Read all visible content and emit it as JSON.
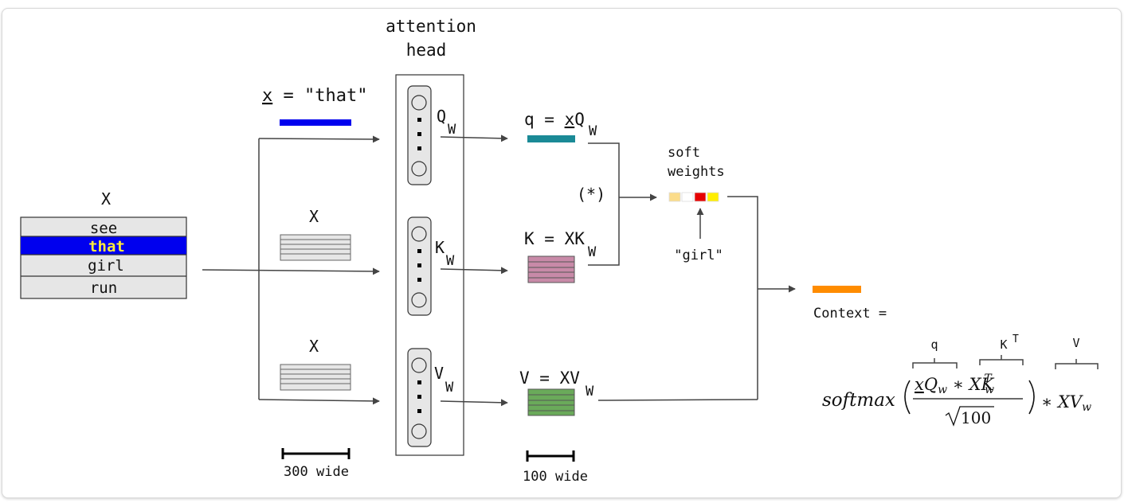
{
  "head_title_line1": "attention",
  "head_title_line2": "head",
  "input_label": "X",
  "words": [
    "see",
    "that",
    "girl",
    "run"
  ],
  "selected_word": "that",
  "x_label": {
    "var": "x",
    "rest": " = \"that\""
  },
  "x_matrix_label": "X",
  "proj": [
    {
      "letter": "Q",
      "sub": "W"
    },
    {
      "letter": "K",
      "sub": "W"
    },
    {
      "letter": "V",
      "sub": "W"
    }
  ],
  "outputs": {
    "q": {
      "left": "q = ",
      "var": "x",
      "mat": "Q",
      "sub": "W"
    },
    "k": {
      "main": "K = XK",
      "sub": "W"
    },
    "v": {
      "main": "V = XV",
      "sub": "W"
    }
  },
  "star_label": "(*)",
  "soft_line1": "soft",
  "soft_line2": "weights",
  "soft_weight_colors": [
    "#fbdc8a",
    "#ffffff",
    "#e60000",
    "#ffee00"
  ],
  "girl_label": "\"girl\"",
  "context_label": "Context =",
  "scale_300": "300 wide",
  "scale_100": "100 wide",
  "formula": {
    "brace_q": "q",
    "brace_k": "K",
    "brace_k_sup": "T",
    "brace_v": "V",
    "softmax": "softmax",
    "sqrt_value": "100"
  },
  "colors": {
    "x_vector": "#0000ee",
    "selected_row_bg": "#0000ee",
    "selected_row_text": "#ffeb3b",
    "q_vector": "#1a8a96",
    "k_matrix": "#c88aa8",
    "v_matrix": "#6aaa5a",
    "context_vector": "#ff8c00",
    "matrix_gray": "#e6e6e6"
  }
}
